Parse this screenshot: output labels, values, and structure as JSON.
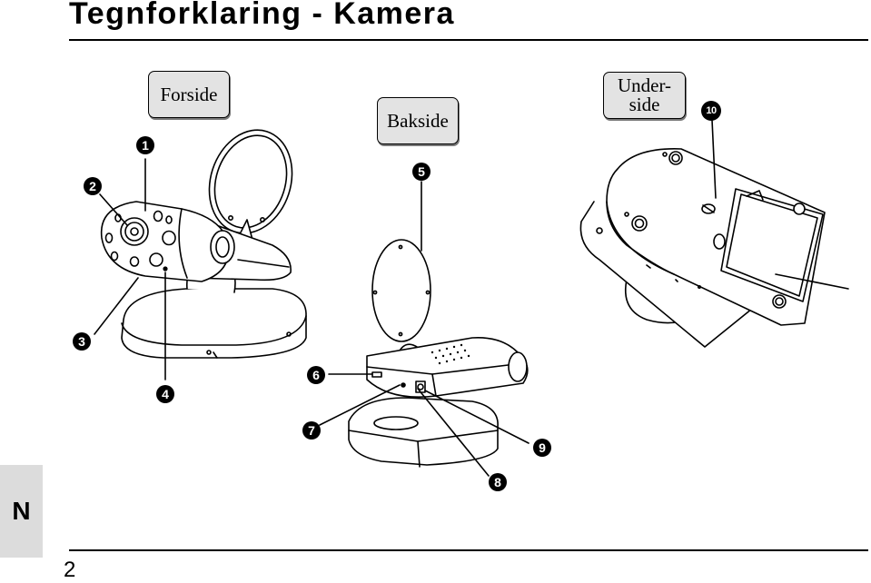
{
  "page": {
    "title": "Tegnforklaring - Kamera",
    "page_number": "2",
    "language_tab": "N"
  },
  "views": {
    "front": "Forside",
    "back": "Bakside",
    "bottom_line1": "Under-",
    "bottom_line2": "side"
  },
  "callouts": [
    "1",
    "2",
    "3",
    "4",
    "5",
    "6",
    "7",
    "8",
    "9",
    "10"
  ]
}
